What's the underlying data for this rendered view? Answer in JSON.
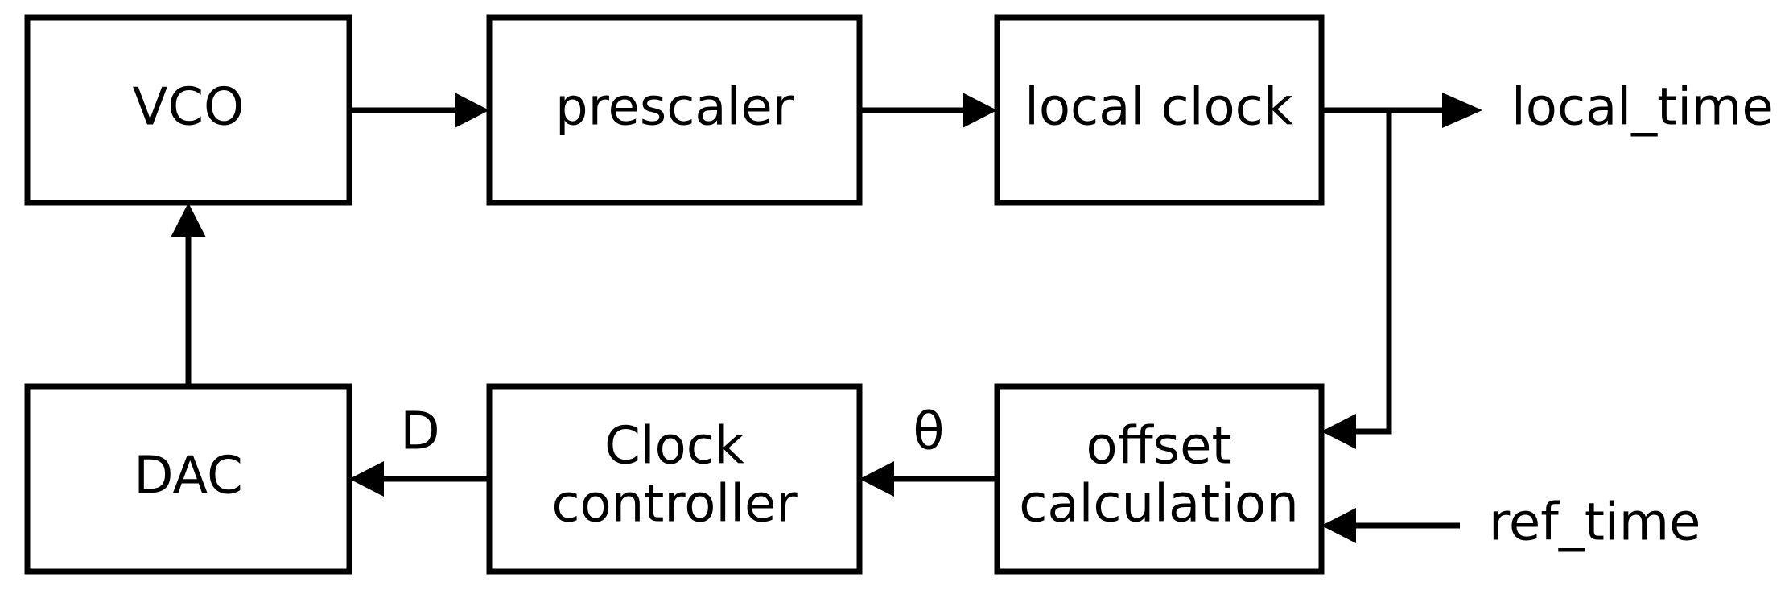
{
  "blocks": {
    "vco": "VCO",
    "prescaler": "prescaler",
    "local_clock": "local clock",
    "dac": "DAC",
    "clock_controller": [
      "Clock",
      "controller"
    ],
    "offset_calculation": [
      "offset",
      "calculation"
    ]
  },
  "signals": {
    "local_time": "local_time",
    "ref_time": "ref_time",
    "d": "D",
    "theta": "θ"
  },
  "colors": {
    "line": "#000000",
    "background": "#ffffff"
  }
}
